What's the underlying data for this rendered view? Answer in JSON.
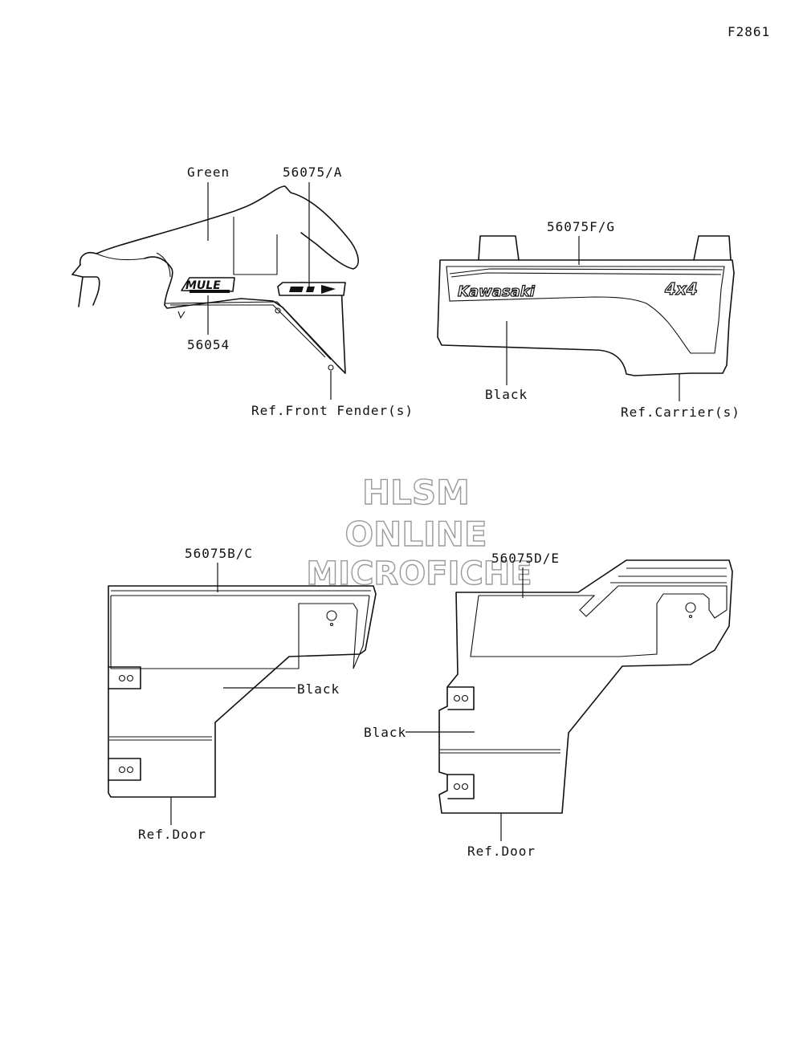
{
  "figure_code": "F2861",
  "watermark": {
    "line1": "HLSM",
    "line2": "ONLINE",
    "line3": "MICROFICHE"
  },
  "fender_group": {
    "color_label": "Green",
    "part_a": "56075/A",
    "part_mule": "56054",
    "ref_label": "Ref.Front Fender(s)",
    "mule_decal_text": "MULE"
  },
  "carrier_group": {
    "part": "56075F/G",
    "color_label": "Black",
    "ref_label": "Ref.Carrier(s)",
    "brand_text": "Kawasaki",
    "drive_text": "4x4"
  },
  "door_left_group": {
    "part": "56075B/C",
    "color_label": "Black",
    "ref_label": "Ref.Door"
  },
  "door_right_group": {
    "part": "56075D/E",
    "color_label": "Black",
    "ref_label": "Ref.Door"
  }
}
